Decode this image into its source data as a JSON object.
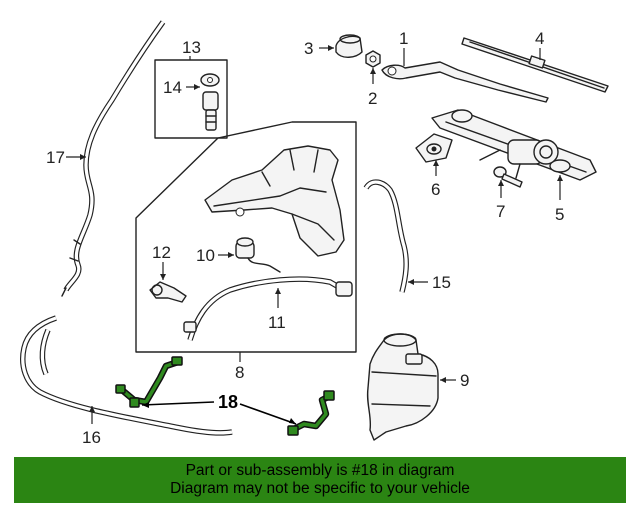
{
  "callouts": {
    "c1": "1",
    "c2": "2",
    "c3": "3",
    "c4": "4",
    "c5": "5",
    "c6": "6",
    "c7": "7",
    "c8": "8",
    "c9": "9",
    "c10": "10",
    "c11": "11",
    "c12": "12",
    "c13": "13",
    "c14": "14",
    "c15": "15",
    "c16": "16",
    "c17": "17",
    "c18": "18"
  },
  "highlight": {
    "part_number": "18",
    "color": "#2f8a1f"
  },
  "banner": {
    "line1": "Part or sub-assembly is #18 in diagram",
    "line2": "Diagram may not be specific to your vehicle",
    "background": "#2b8513"
  }
}
